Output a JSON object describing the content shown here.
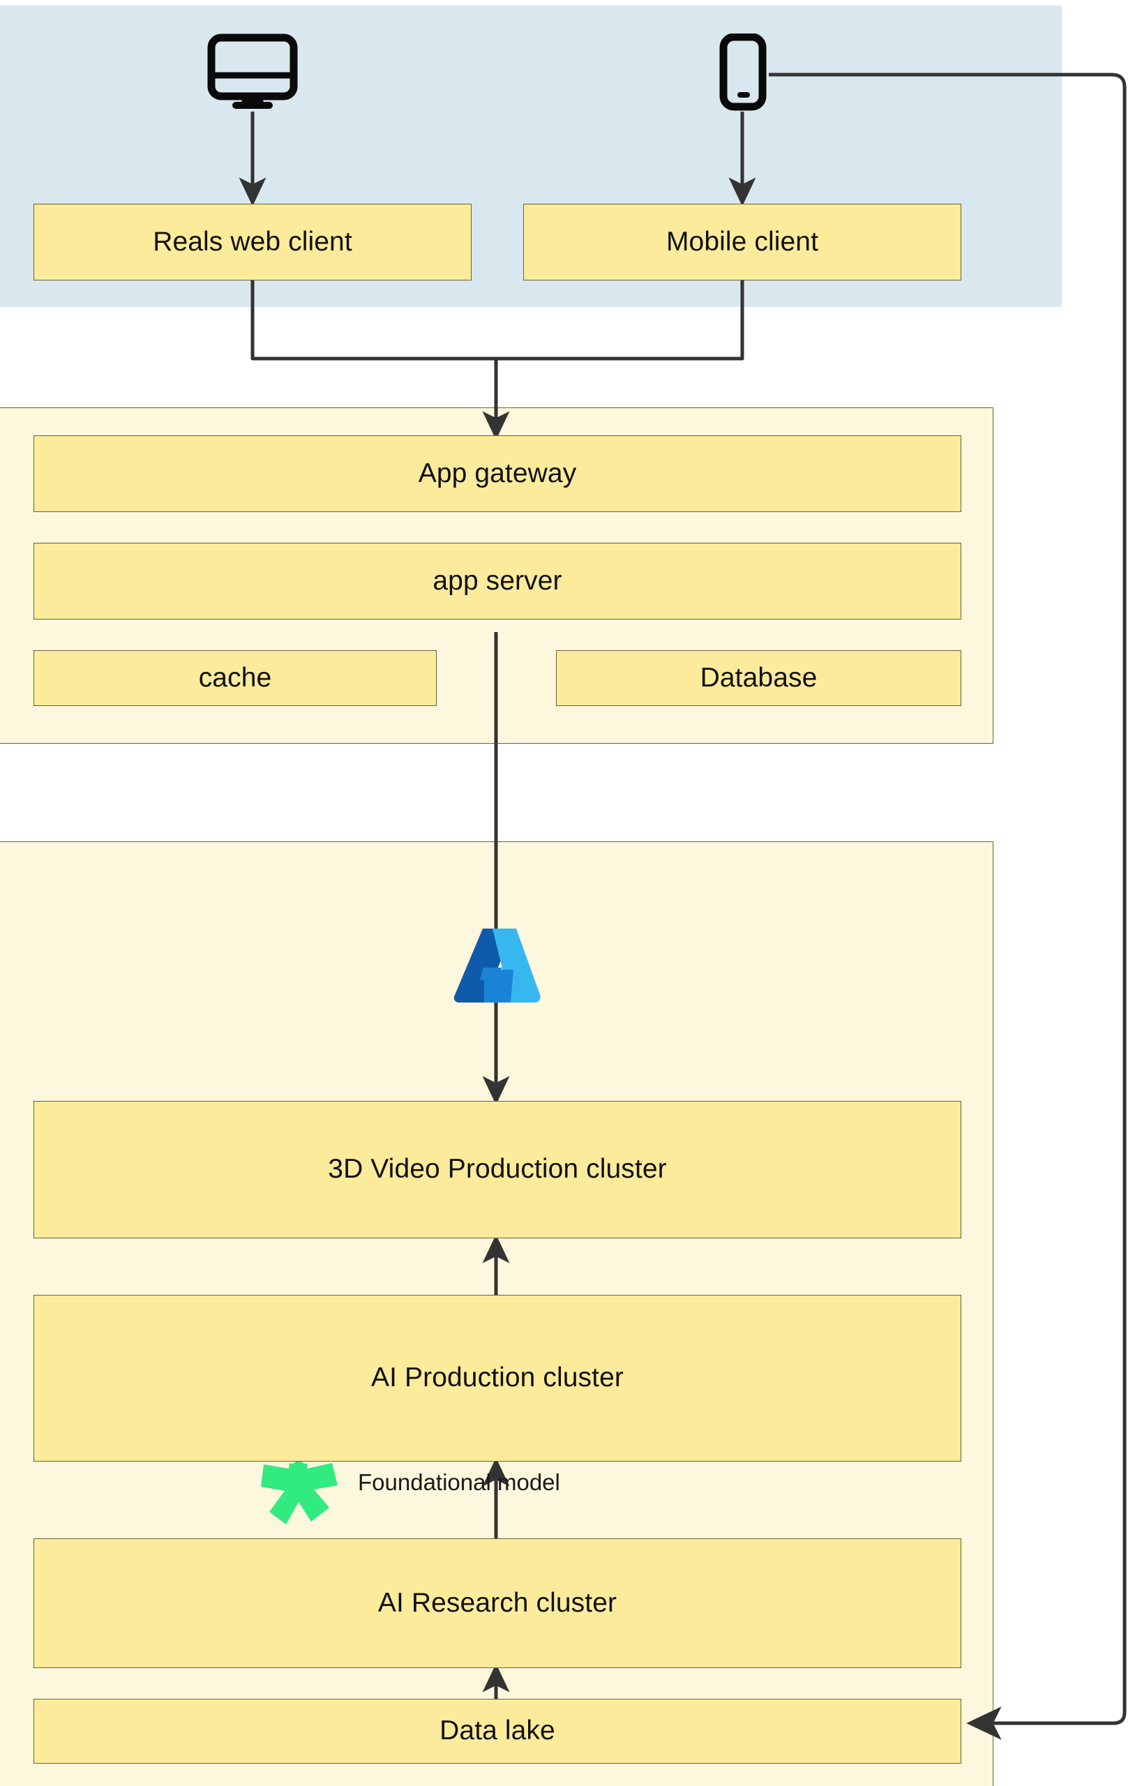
{
  "diagram": {
    "type": "architecture-flow-diagram",
    "background": "#ffffff",
    "zones": [
      {
        "id": "client-zone",
        "label": "",
        "fill": "#d9e8ef"
      },
      {
        "id": "application-zone",
        "label": "",
        "fill": "#fdf8dd",
        "stroke": "#6a6038"
      },
      {
        "id": "ai-zone",
        "label": "",
        "fill": "#fdf8dd",
        "stroke": "#6a6038"
      }
    ],
    "colors": {
      "node_fill": "#fdeb9c",
      "node_stroke": "#6a6038",
      "client_zone_fill": "#d9e8ef",
      "ai_zone_fill": "#fdf8dd",
      "connector": "#333333",
      "azure_dark_blue": "#0f5bab",
      "azure_mid_blue": "#1b83d6",
      "azure_light_blue": "#37b7f0",
      "foundational_model_green": "#31ea80"
    },
    "nodes": [
      {
        "id": "reals-web-client",
        "label": "Reals web client"
      },
      {
        "id": "mobile-client",
        "label": "Mobile client"
      },
      {
        "id": "app-gateway",
        "label": "App gateway"
      },
      {
        "id": "app-server",
        "label": "app server"
      },
      {
        "id": "cache",
        "label": "cache"
      },
      {
        "id": "database",
        "label": "Database"
      },
      {
        "id": "video-production-cluster",
        "label": "3D Video Production cluster"
      },
      {
        "id": "ai-production-cluster",
        "label": "AI Production cluster"
      },
      {
        "id": "ai-research-cluster",
        "label": "AI Research cluster"
      },
      {
        "id": "data-lake",
        "label": "Data lake"
      }
    ],
    "icons": [
      {
        "id": "desktop-monitor-icon",
        "name": "desktop-monitor-icon"
      },
      {
        "id": "mobile-phone-icon",
        "name": "mobile-phone-icon"
      },
      {
        "id": "azure-logo-icon",
        "name": "azure-logo-icon"
      },
      {
        "id": "foundational-model-icon",
        "name": "foundational-model-icon"
      }
    ],
    "edge_labels": [
      {
        "id": "foundational-model-label",
        "text": "Foundational model"
      }
    ]
  }
}
